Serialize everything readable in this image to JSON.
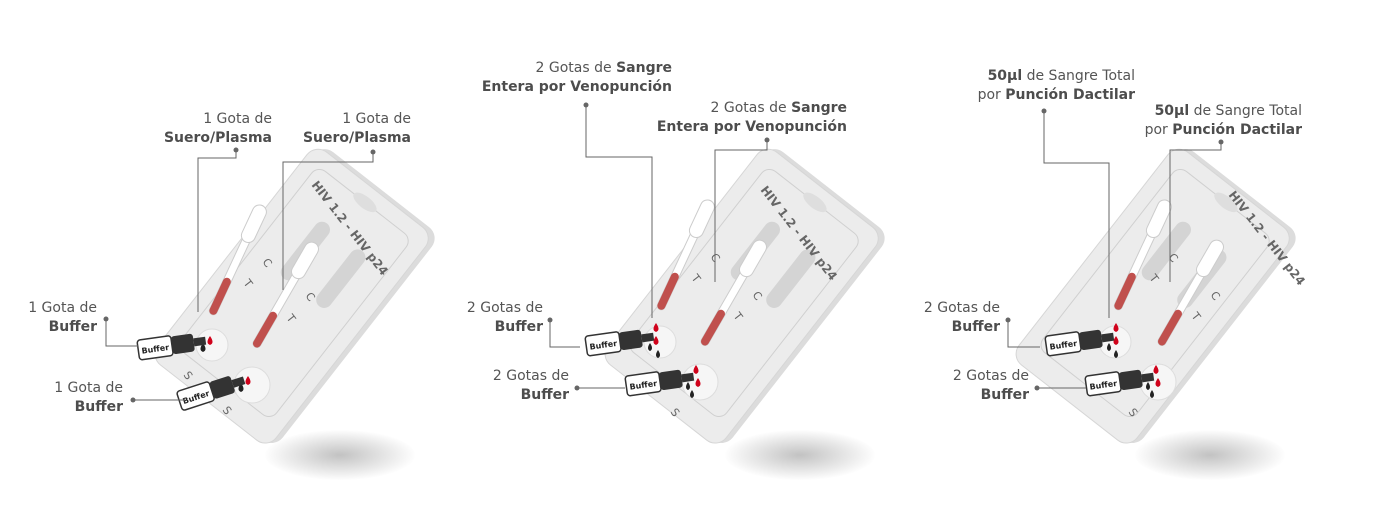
{
  "device": {
    "title": "HIV 1.2 - HIV p24",
    "well_marks": [
      "C",
      "T",
      "S"
    ],
    "bottle_label": "Buffer"
  },
  "colors": {
    "text": "#555555",
    "leader_line": "#666666",
    "device_body": "#e8e8e8",
    "blood_red": "#d0021b",
    "pipette_red": "#c0504d",
    "bottle_dark": "#333333"
  },
  "panels": [
    {
      "name": "suero-plasma",
      "top_labels": [
        {
          "pre": "1 Gota de",
          "bold": "Suero/Plasma",
          "post": ""
        },
        {
          "pre": "1 Gota de",
          "bold": "Suero/Plasma",
          "post": ""
        }
      ],
      "buffer_labels": [
        {
          "pre": "1 Gota de",
          "bold": "Buffer"
        },
        {
          "pre": "1 Gota de",
          "bold": "Buffer"
        }
      ]
    },
    {
      "name": "sangre-venopuncion",
      "top_labels": [
        {
          "pre": "2 Gotas de ",
          "bold": "Sangre",
          "line2_bold": "Entera por Venopunción"
        },
        {
          "pre": "2 Gotas de ",
          "bold": "Sangre",
          "line2_bold": "Entera por Venopunción"
        }
      ],
      "buffer_labels": [
        {
          "pre": "2 Gotas de",
          "bold": "Buffer"
        },
        {
          "pre": "2 Gotas de",
          "bold": "Buffer"
        }
      ]
    },
    {
      "name": "sangre-dactilar",
      "top_labels": [
        {
          "bold1": "50µl",
          "mid": " de Sangre Total",
          "pre2": "por ",
          "bold2": "Punción Dactilar"
        },
        {
          "bold1": "50µl",
          "mid": " de Sangre Total",
          "pre2": "por ",
          "bold2": "Punción Dactilar"
        }
      ],
      "buffer_labels": [
        {
          "pre": "2 Gotas de",
          "bold": "Buffer"
        },
        {
          "pre": "2 Gotas de",
          "bold": "Buffer"
        }
      ]
    }
  ]
}
